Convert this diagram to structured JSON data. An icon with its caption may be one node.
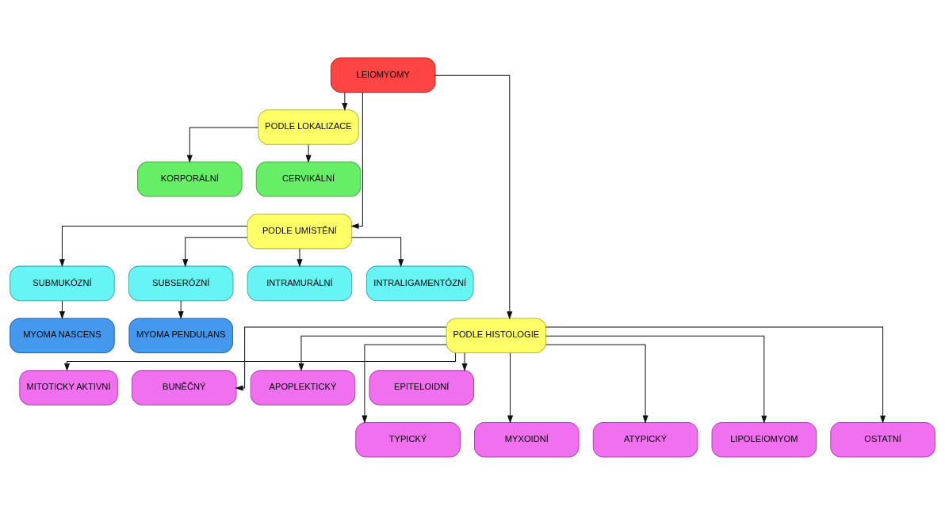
{
  "diagram": {
    "nodes": [
      {
        "text": [
          "LEIOMYOMY"
        ]
      },
      {
        "text": [
          "PODLE LOKALIZACE"
        ]
      },
      {
        "text": [
          "KORPORÁLNÍ"
        ]
      },
      {
        "text": [
          "CERVIKÁLNÍ"
        ]
      },
      {
        "text": [
          "PODLE UMÍSTĚNÍ"
        ]
      },
      {
        "text": [
          "SUBMUKÓZNÍ"
        ]
      },
      {
        "text": [
          "SUBSERÓZNÍ"
        ]
      },
      {
        "text": [
          "INTRAMURÁLNÍ"
        ]
      },
      {
        "text": [
          "INTRALIGAMENTÓZNÍ"
        ]
      },
      {
        "text": [
          "MYOMA NASCENS"
        ]
      },
      {
        "text": [
          "MYOMA PENDULANS"
        ]
      },
      {
        "text": [
          "PODLE HISTOLOGIE"
        ]
      },
      {
        "text": [
          "MITOTICKY AKTIVNÍ"
        ]
      },
      {
        "text": [
          "BUNĚČNÝ"
        ]
      },
      {
        "text": [
          "APOPLEKTICKÝ"
        ]
      },
      {
        "text": [
          "EPITELOIDNÍ"
        ]
      },
      {
        "text": [
          "TYPICKÝ"
        ]
      },
      {
        "text": [
          "MYXOIDNÍ"
        ]
      },
      {
        "text": [
          "ATYPICKÝ"
        ]
      },
      {
        "text": [
          "LIPOLEIOMYOM"
        ]
      },
      {
        "text": [
          "OSTATNÍ"
        ]
      }
    ],
    "edges": [
      {
        "from": 0,
        "to": 1,
        "arrow": "to"
      },
      {
        "from": 0,
        "to": 4,
        "arrow": "to"
      },
      {
        "from": 0,
        "to": 11,
        "arrow": "to"
      },
      {
        "from": 1,
        "to": 2,
        "arrow": "to"
      },
      {
        "from": 1,
        "to": 3,
        "arrow": "to"
      },
      {
        "from": 4,
        "to": 5,
        "arrow": "to"
      },
      {
        "from": 4,
        "to": 6,
        "arrow": "to"
      },
      {
        "from": 4,
        "to": 7,
        "arrow": "to"
      },
      {
        "from": 4,
        "to": 8,
        "arrow": "to"
      },
      {
        "from": 5,
        "to": 9,
        "arrow": "to"
      },
      {
        "from": 6,
        "to": 10,
        "arrow": "to"
      },
      {
        "from": 11,
        "to": 16,
        "arrow": "to"
      },
      {
        "from": 11,
        "to": 12,
        "arrow": "to"
      },
      {
        "from": 11,
        "to": 17,
        "arrow": "to"
      },
      {
        "from": 11,
        "to": 13,
        "arrow": "to"
      },
      {
        "from": 11,
        "to": 18,
        "arrow": "to"
      },
      {
        "from": 11,
        "to": 14,
        "arrow": "to"
      },
      {
        "from": 11,
        "to": 19,
        "arrow": "to"
      },
      {
        "from": 11,
        "to": 15,
        "arrow": "to"
      },
      {
        "from": 11,
        "to": 20,
        "arrow": "to"
      }
    ]
  }
}
